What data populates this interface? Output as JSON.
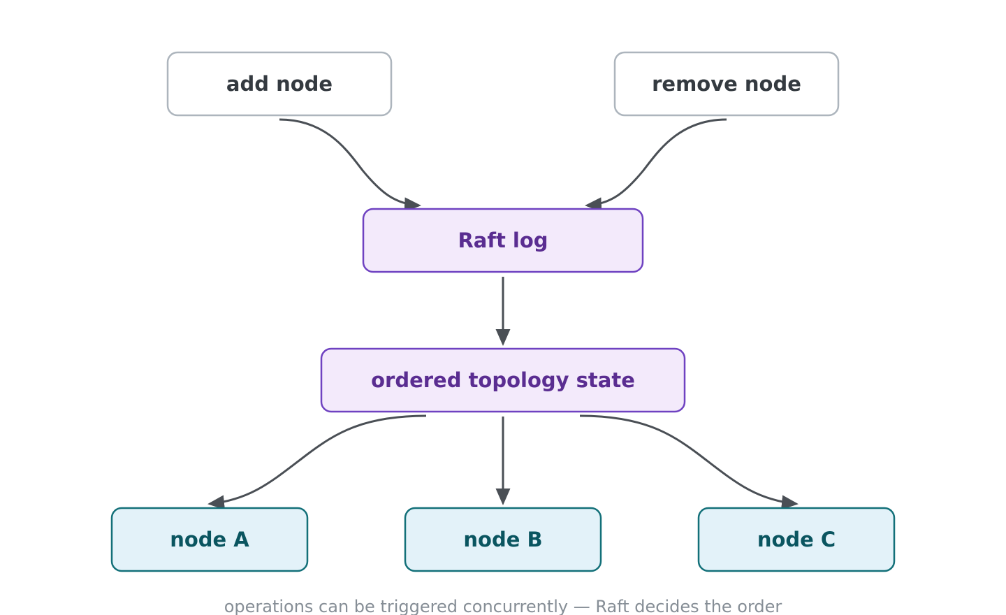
{
  "colors": {
    "input_fill": "#ffffff",
    "input_stroke": "#adb5bd",
    "input_text": "#343a40",
    "raft_fill": "#f3eafb",
    "raft_stroke": "#6f42c1",
    "raft_text": "#5a2d91",
    "target_fill": "#e3f2f9",
    "target_stroke": "#137079",
    "target_text": "#0a5560",
    "edge": "#4a4f55",
    "caption": "#868e96"
  },
  "nodes": {
    "add_node": "add node",
    "remove_node": "remove node",
    "raft_log": "Raft log",
    "topology_state": "ordered topology state",
    "node_a": "node A",
    "node_b": "node B",
    "node_c": "node C"
  },
  "edges": [
    {
      "from": "add node",
      "to": "Raft log"
    },
    {
      "from": "remove node",
      "to": "Raft log"
    },
    {
      "from": "Raft log",
      "to": "ordered topology state"
    },
    {
      "from": "ordered topology state",
      "to": "node A"
    },
    {
      "from": "ordered topology state",
      "to": "node B"
    },
    {
      "from": "ordered topology state",
      "to": "node C"
    }
  ],
  "caption": "operations can be triggered concurrently — Raft decides the order"
}
